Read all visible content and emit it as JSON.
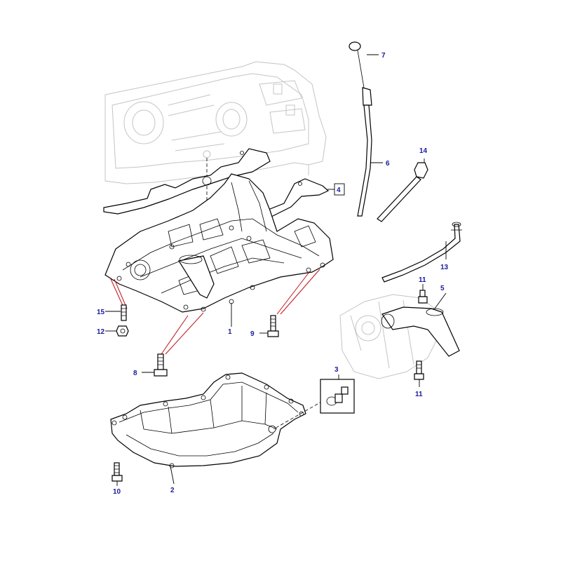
{
  "diagram": {
    "colors": {
      "callout_text": "#1a1a9c",
      "line": "#000000",
      "faint_line": "#c4c4c4",
      "red_line": "#c0141c",
      "background": "#ffffff"
    },
    "callouts": {
      "c1": "1",
      "c2": "2",
      "c3": "3",
      "c4": "4",
      "c5": "5",
      "c6": "6",
      "c7": "7",
      "c8": "8",
      "c9": "9",
      "c10": "10",
      "c11a": "11",
      "c11b": "11",
      "c12": "12",
      "c13": "13",
      "c14": "14",
      "c15": "15"
    }
  }
}
